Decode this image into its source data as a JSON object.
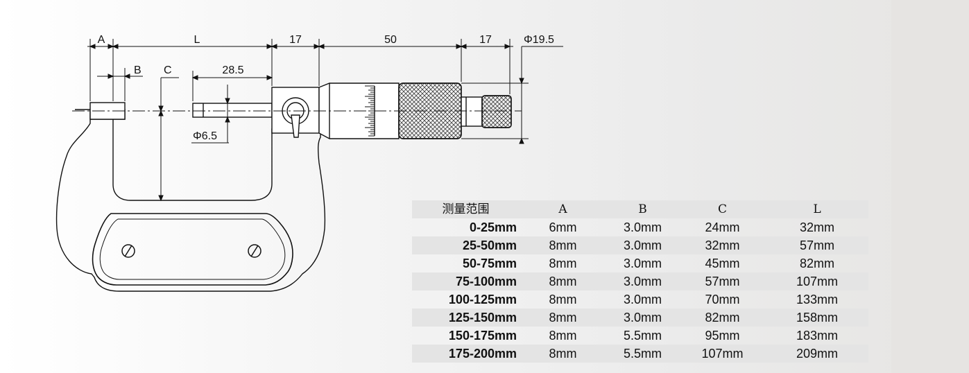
{
  "dimensions": {
    "A": "A",
    "L": "L",
    "B": "B",
    "C": "C",
    "d17a": "17",
    "d50": "50",
    "d17b": "17",
    "phi19": "Φ19.5",
    "d28": "28.5",
    "phi6": "Φ6.5"
  },
  "table": {
    "headers": [
      "测量范围",
      "A",
      "B",
      "C",
      "L"
    ],
    "rows": [
      [
        "0-25mm",
        "6mm",
        "3.0mm",
        "24mm",
        "32mm"
      ],
      [
        "25-50mm",
        "8mm",
        "3.0mm",
        "32mm",
        "57mm"
      ],
      [
        "50-75mm",
        "8mm",
        "3.0mm",
        "45mm",
        "82mm"
      ],
      [
        "75-100mm",
        "8mm",
        "3.0mm",
        "57mm",
        "107mm"
      ],
      [
        "100-125mm",
        "8mm",
        "3.0mm",
        "70mm",
        "133mm"
      ],
      [
        "125-150mm",
        "8mm",
        "3.0mm",
        "82mm",
        "158mm"
      ],
      [
        "150-175mm",
        "8mm",
        "5.5mm",
        "95mm",
        "183mm"
      ],
      [
        "175-200mm",
        "8mm",
        "5.5mm",
        "107mm",
        "209mm"
      ]
    ]
  }
}
